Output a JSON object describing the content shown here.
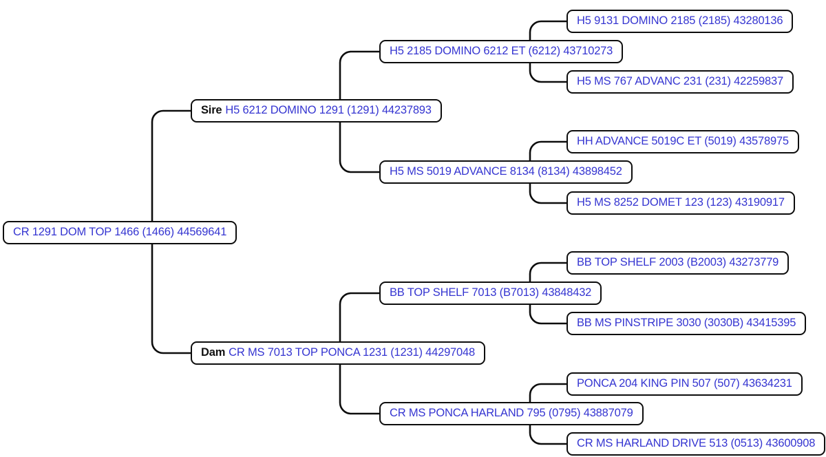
{
  "diagram": {
    "type": "pedigree-tree",
    "generations": 4,
    "colors": {
      "link_text": "#3535d1",
      "box_border": "#0d0d0d",
      "box_background": "#ffffff",
      "connector": "#0d0d0d"
    },
    "nodes": {
      "subject": {
        "label": "CR 1291 DOM TOP 1466 (1466) 44569641"
      },
      "sire": {
        "tag": "Sire",
        "label": "H5 6212 DOMINO 1291 (1291) 44237893"
      },
      "dam": {
        "tag": "Dam",
        "label": "CR MS 7013 TOP PONCA 1231 (1231) 44297048"
      },
      "sire_sire": {
        "label": "H5 2185 DOMINO 6212 ET (6212) 43710273"
      },
      "sire_dam": {
        "label": "H5 MS 5019 ADVANCE 8134 (8134) 43898452"
      },
      "dam_sire": {
        "label": "BB TOP SHELF 7013 (B7013) 43848432"
      },
      "dam_dam": {
        "label": "CR MS PONCA HARLAND 795 (0795) 43887079"
      },
      "sire_sire_sire": {
        "label": "H5 9131 DOMINO 2185 (2185) 43280136"
      },
      "sire_sire_dam": {
        "label": "H5 MS 767 ADVANC 231 (231) 42259837"
      },
      "sire_dam_sire": {
        "label": "HH ADVANCE 5019C ET (5019) 43578975"
      },
      "sire_dam_dam": {
        "label": "H5 MS 8252 DOMET 123 (123) 43190917"
      },
      "dam_sire_sire": {
        "label": "BB TOP SHELF 2003 (B2003) 43273779"
      },
      "dam_sire_dam": {
        "label": "BB MS PINSTRIPE 3030 (3030B) 43415395"
      },
      "dam_dam_sire": {
        "label": "PONCA 204 KING PIN 507 (507) 43634231"
      },
      "dam_dam_dam": {
        "label": "CR MS HARLAND DRIVE 513 (0513) 43600908"
      }
    }
  }
}
